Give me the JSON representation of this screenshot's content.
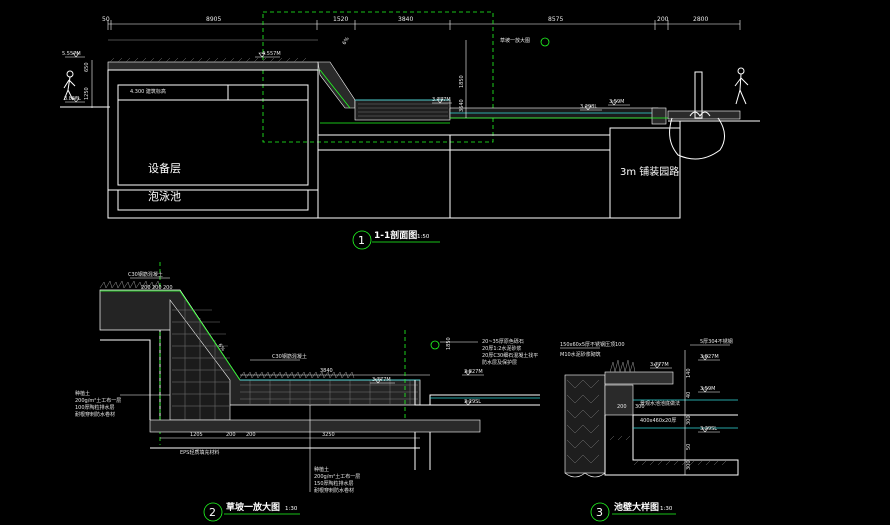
{
  "colors": {
    "background": "#000000",
    "lines": "#ffffff",
    "accent": "#22ff22",
    "cyan": "#33dddd"
  },
  "section1": {
    "number": "1",
    "title": "1-1剖面图",
    "scale": "1:50",
    "top_dims": [
      "50",
      "8905",
      "1520",
      "3840",
      "8575",
      "200",
      "2800"
    ],
    "side_dims": [
      "650",
      "1250"
    ],
    "vert_dims": [
      "1850",
      "3640"
    ],
    "levels": [
      "5.557M",
      "4.557M",
      "3.85FL",
      "3.777M",
      "3.298L",
      "3.59M"
    ],
    "room_labels": [
      "设备层",
      "泡泳池"
    ],
    "room_note": "4.300 建筑标高",
    "road_label": "3m 铺装园路",
    "slope_label": "6%",
    "pool_note": "草坡一放大图"
  },
  "section2": {
    "number": "2",
    "title": "草坡一放大图",
    "scale": "1:30",
    "top_dims": [
      "200",
      "200",
      "200"
    ],
    "bottom_dims": [
      "1205",
      "200",
      "200",
      "3250"
    ],
    "mid_dim": "3840",
    "levels": [
      "3.777M",
      "3.827M",
      "3.29SL"
    ],
    "slope_label": "6%",
    "callouts": [
      "C30钢筋混凝土",
      "C30钢筋混凝土",
      "种植土",
      "200g/m²土工布一层",
      "100厚陶粒排水层",
      "耐根穿刺防水卷材",
      "20~35厚原色砾石",
      "20厚1:2水泥砂浆",
      "20厚C30细石混凝土找平",
      "防水层及保护层",
      "EPS轻质填充材料",
      "种植土",
      "200g/m²土工布一层",
      "150厚陶粒排水层",
      "耐根穿刺防水卷材"
    ],
    "right_dim": "1850"
  },
  "section3": {
    "number": "3",
    "title": "池壁大样图",
    "scale": "1:30",
    "callouts": [
      "150x60x5厚不锈钢压顶100",
      "M10水泥砂浆砌筑",
      "5厚304不锈钢",
      "景观水池池底做法",
      "400x460x20厚"
    ],
    "levels": [
      "3.777M",
      "3.827M",
      "3.59M",
      "3.29SL"
    ],
    "dims": [
      "140",
      "200",
      "300",
      "40",
      "300",
      "50",
      "300"
    ]
  }
}
